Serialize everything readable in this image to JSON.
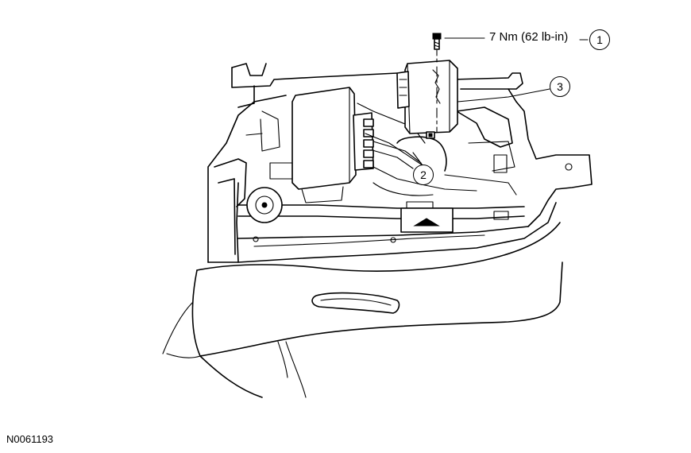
{
  "figure": {
    "id": "N0061193"
  },
  "callouts": [
    {
      "number": "1",
      "text": "7 Nm (62 lb-in)"
    },
    {
      "number": "2",
      "text": ""
    },
    {
      "number": "3",
      "text": ""
    }
  ]
}
